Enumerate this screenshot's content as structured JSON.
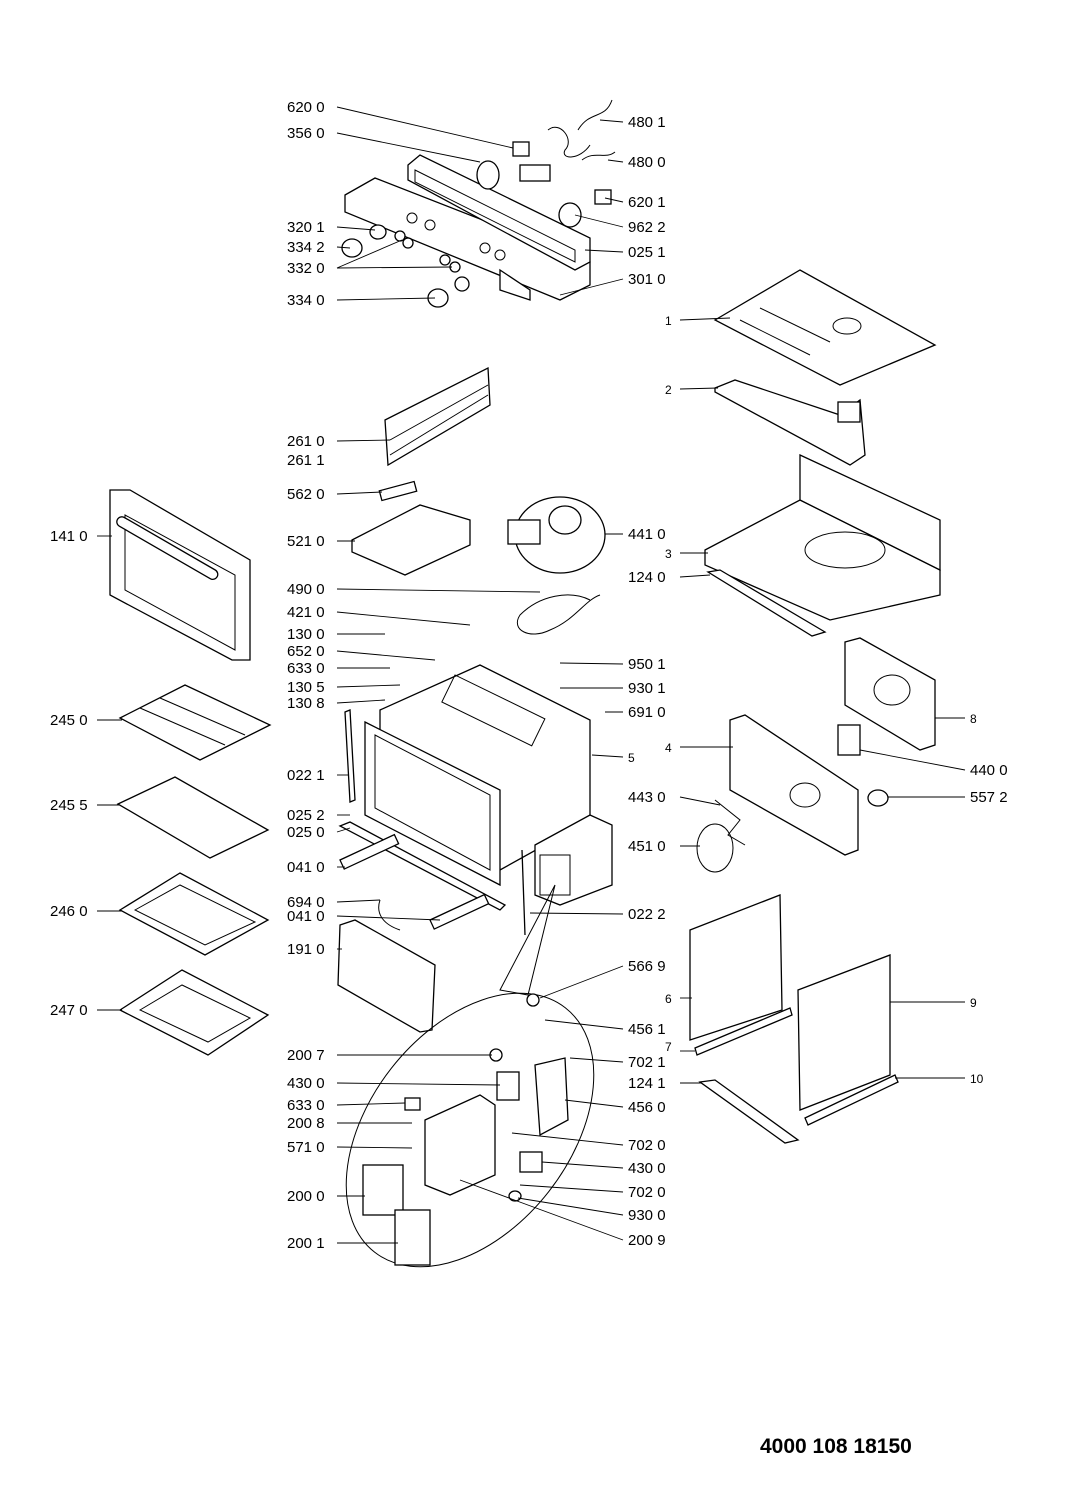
{
  "document_number": "4000 108 18150",
  "labels": [
    "620 0",
    "356 0",
    "480 1",
    "480 0",
    "620 1",
    "320 1",
    "962 2",
    "334 2",
    "025 1",
    "332 0",
    "301 0",
    "334 0",
    "1",
    "2",
    "261 0",
    "261 1",
    "562 0",
    "141 0",
    "521 0",
    "441 0",
    "3",
    "124 0",
    "490 0",
    "421 0",
    "130 0",
    "652 0",
    "633 0",
    "950 1",
    "130 5",
    "930 1",
    "130 8",
    "691 0",
    "245 0",
    "8",
    "5",
    "4",
    "022 1",
    "440 0",
    "557 2",
    "245 5",
    "025 2",
    "443 0",
    "025 0",
    "451 0",
    "041 0",
    "694 0",
    "041 0",
    "022 2",
    "246 0",
    "191 0",
    "566 9",
    "6",
    "9",
    "247 0",
    "456 1",
    "200 7",
    "7",
    "702 1",
    "124 1",
    "10",
    "430 0",
    "456 0",
    "633 0",
    "200 8",
    "702 0",
    "571 0",
    "430 0",
    "200 0",
    "702 0",
    "930 0",
    "200 1",
    "200 9"
  ]
}
